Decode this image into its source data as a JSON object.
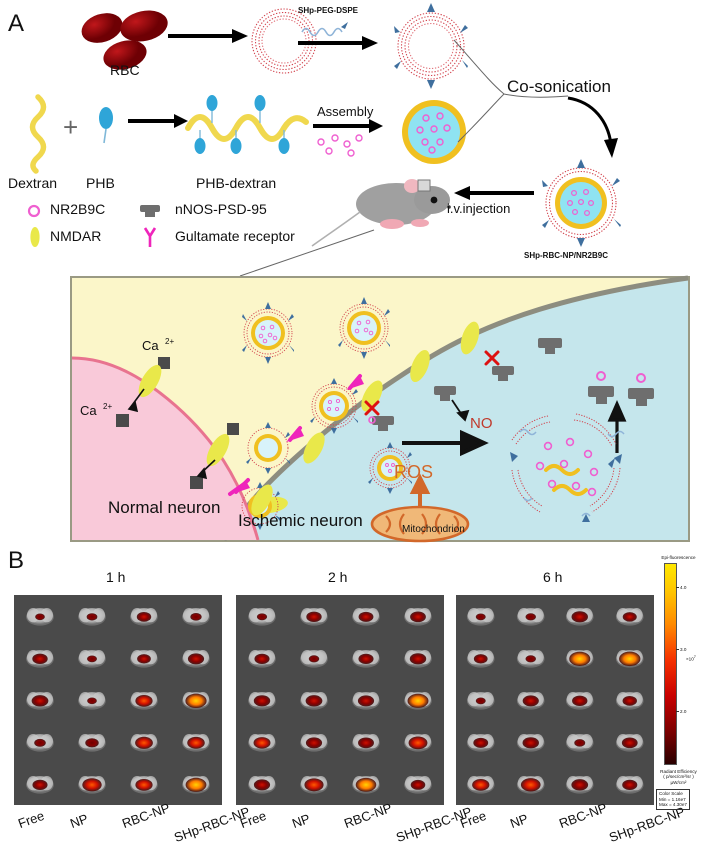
{
  "figure": {
    "panelA_letter": "A",
    "panelB_letter": "B"
  },
  "panelA": {
    "steps": {
      "rbc_label": "RBC",
      "shp_peg_dspe": "SHp-PEG-DSPE",
      "dextran_label": "Dextran",
      "phb_label": "PHB",
      "phb_dextran_label": "PHB-dextran",
      "plus_sign": "+",
      "assembly_label": "Assembly",
      "cosonication_label": "Co-sonication",
      "injection_label": "i.v.injection",
      "final_particle_label": "SHp-RBC-NP/NR2B9C"
    },
    "legend": [
      {
        "icon": "nr2b9c-dot-icon",
        "label": "NR2B9C"
      },
      {
        "icon": "nnos-psd95-icon",
        "label": "nNOS-PSD-95"
      },
      {
        "icon": "nmdar-ellipse-icon",
        "label": "NMDAR"
      },
      {
        "icon": "glutamate-receptor-icon",
        "label": "Gultamate receptor"
      }
    ],
    "neuron_scene": {
      "normal_neuron_label": "Normal neuron",
      "ischemic_neuron_label": "Ischemic neuron",
      "mitochondrion_label": "Mitochondrion",
      "ros_label": "ROS",
      "no_label": "NO",
      "calcium_labels": [
        "Ca",
        "Ca"
      ],
      "calcium_superscript": "2+",
      "colors": {
        "extracellular": "#fbf6c9",
        "normal_neuron": "#f9c9d9",
        "normal_neuron_border": "#e8738f",
        "ischemic_neuron": "#c5e6ec",
        "membrane": "#8d8d80",
        "nmdar": "#e9e84a",
        "glutamate": "#ef25bb",
        "nnos": "#6e6e6e",
        "nr2b9c": "#ef5fd0",
        "ros": "#d2682a",
        "no": "#c0392b"
      }
    }
  },
  "panelB": {
    "colors": {
      "background": "#4a4a4a",
      "brain_gray": "#b8b8b8",
      "signal_low": "#6e0000",
      "signal_mid": "#e01b00",
      "signal_high": "#ffd400"
    },
    "groups": [
      {
        "time_label": "1 h",
        "columns": [
          "Free",
          "NP",
          "RBC-NP",
          "SHp-RBC-NP"
        ],
        "intensities": [
          [
            0.1,
            0.18,
            0.45,
            0.22
          ],
          [
            0.52,
            0.12,
            0.4,
            0.58
          ],
          [
            0.62,
            0.1,
            0.66,
            0.95
          ],
          [
            0.24,
            0.38,
            0.7,
            0.68
          ],
          [
            0.5,
            0.82,
            0.66,
            0.92
          ]
        ]
      },
      {
        "time_label": "2 h",
        "columns": [
          "Free",
          "NP",
          "RBC-NP",
          "SHp-RBC-NP"
        ],
        "intensities": [
          [
            0.14,
            0.52,
            0.48,
            0.55
          ],
          [
            0.5,
            0.16,
            0.5,
            0.6
          ],
          [
            0.6,
            0.62,
            0.58,
            0.93
          ],
          [
            0.64,
            0.58,
            0.56,
            0.78
          ],
          [
            0.58,
            0.8,
            0.9,
            0.46
          ]
        ]
      },
      {
        "time_label": "6 h",
        "columns": [
          "Free",
          "NP",
          "RBC-NP",
          "SHp-RBC-NP"
        ],
        "intensities": [
          [
            0.12,
            0.16,
            0.6,
            0.42
          ],
          [
            0.4,
            0.16,
            0.94,
            0.96
          ],
          [
            0.12,
            0.58,
            0.52,
            0.45
          ],
          [
            0.48,
            0.6,
            0.2,
            0.55
          ],
          [
            0.66,
            0.84,
            0.62,
            0.5
          ]
        ]
      }
    ],
    "colorbar": {
      "title": "Epi-fluorescence",
      "ticks": [
        "4.0",
        "3.0",
        "2.0"
      ],
      "multiplier": "×10",
      "multiplier_exp": "7",
      "unit_line1": "Radiant Efficiency",
      "unit_line2": "( p/sec/cm²/sr )",
      "unit_line3": "µW/cm²",
      "scale_line1": "Color Scale",
      "scale_line2": "Min = 1.16e7",
      "scale_line3": "Max = 4.30e7"
    }
  }
}
